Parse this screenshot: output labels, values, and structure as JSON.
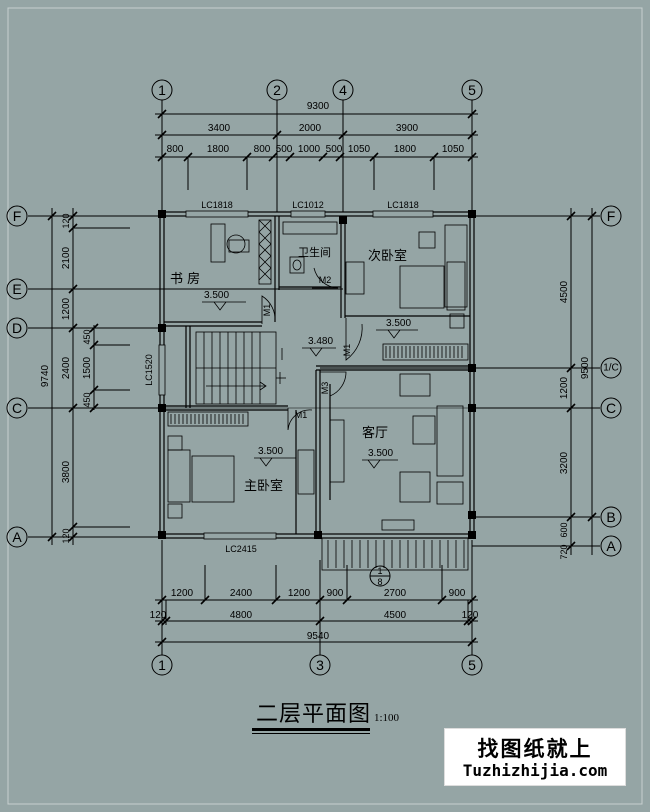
{
  "title": "二层平面图",
  "scale": "1:100",
  "watermark": {
    "line1": "找图纸就上",
    "line2": "Tuzhizhijia.com"
  },
  "axes": {
    "top": [
      "1",
      "2",
      "4",
      "5"
    ],
    "bottom": [
      "1",
      "3",
      "5"
    ],
    "left": [
      "F",
      "E",
      "D",
      "C",
      "A"
    ],
    "right": [
      "F",
      "1/C",
      "C",
      "B",
      "A"
    ]
  },
  "dimensions": {
    "top_total": "9300",
    "top_row1": [
      "3400",
      "2000",
      "3900"
    ],
    "top_row2": [
      "800",
      "1800",
      "800",
      "500",
      "1000",
      "500",
      "1050",
      "1800",
      "1050"
    ],
    "bottom_row1": [
      "1200",
      "2400",
      "1200",
      "900",
      "2700",
      "900"
    ],
    "bottom_row2": [
      "120",
      "4800",
      "4500",
      "120"
    ],
    "bottom_total": "9540",
    "left_row1": [
      "120",
      "2100",
      "1200",
      "450",
      "1500",
      "450",
      "3800",
      "120"
    ],
    "left_total": "9740",
    "left_row2": [
      "2400"
    ],
    "right_row1": [
      "4500",
      "1200",
      "3200",
      "600",
      "720"
    ],
    "right_total": "9500"
  },
  "windows": {
    "w1": "LC1818",
    "w2": "LC1012",
    "w3": "LC1818",
    "w4": "LC1520",
    "w5": "LC2415"
  },
  "doors": {
    "m1a": "M1",
    "m2": "M2",
    "m1b": "M1",
    "m1c": "M1",
    "m3": "M3"
  },
  "rooms": {
    "study": "书 房",
    "bath": "卫生间",
    "second_bed": "次卧室",
    "living": "客厅",
    "master_bed": "主卧室"
  },
  "levels": {
    "study": "3.500",
    "second_bed": "3.500",
    "stair": "3.480",
    "living": "3.500",
    "master": "3.500"
  },
  "section_mark": {
    "top": "1",
    "bottom": "8"
  }
}
